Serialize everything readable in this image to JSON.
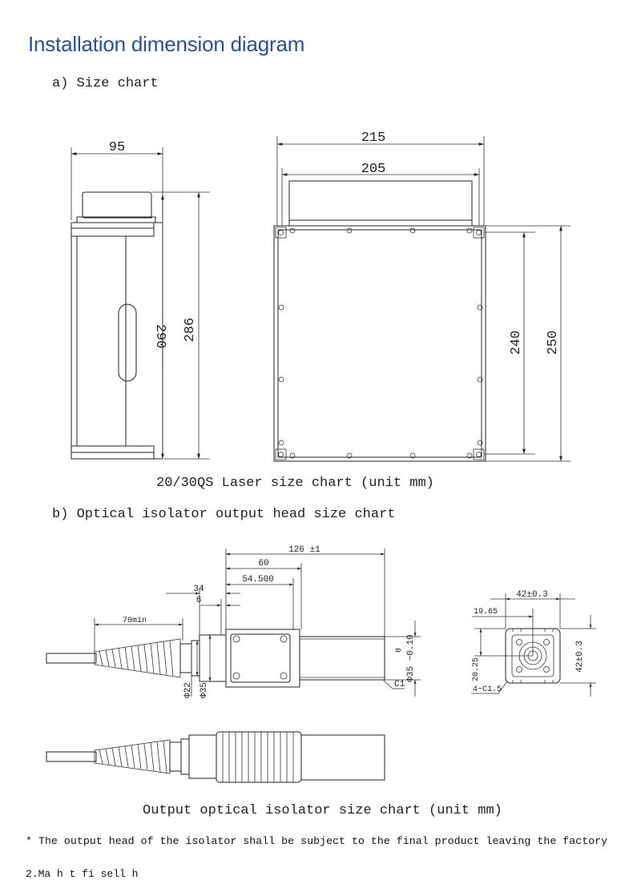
{
  "heading": "Installation dimension diagram",
  "section_a": "a) Size chart",
  "section_b": "b) Optical isolator output head size chart",
  "laser": {
    "side_width": "95",
    "side_height_outer": "286",
    "side_height_inner": "290",
    "front_width_outer": "215",
    "front_width_inner": "205",
    "front_height_inner": "240",
    "front_height_outer": "250",
    "caption": "20/30QS Laser size chart (unit mm)"
  },
  "isolator": {
    "total_length": "126 ±1",
    "body_length": "60",
    "inner_length": "54.500",
    "offset_34": "34",
    "offset_6": "6",
    "cable_min": "70min",
    "dia_22": "Φ22",
    "dia_35": "Φ35",
    "tolerance": "Φ35 −0.10",
    "tol_zero": "0",
    "chamfer": "C1",
    "end_width": "42±0.3",
    "end_height": "42±0.3",
    "end_offset_x": "19.65",
    "end_offset_y": "20.25",
    "end_chamfer": "4−C1.5",
    "caption": "Output optical isolator size chart (unit mm)"
  },
  "footnote": "* The output head of the isolator shall be subject to the final product leaving the factory",
  "footnote_cut": "2.Ma   h         t    fi     sell  h"
}
